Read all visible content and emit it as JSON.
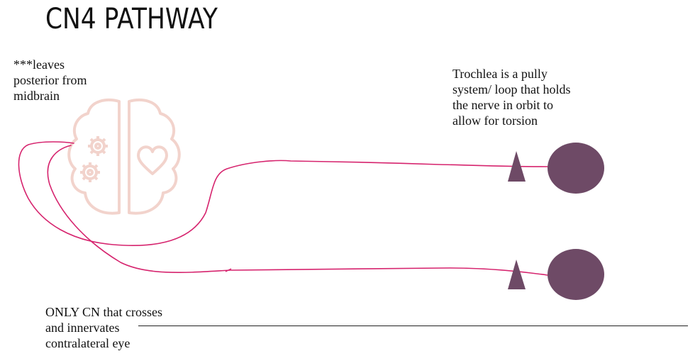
{
  "title": "CN4 PATHWAY",
  "notes": {
    "leaves_line1": "***leaves",
    "leaves_line2": "posterior from",
    "leaves_line3": "midbrain",
    "trochlea_line1": "Trochlea is a pully",
    "trochlea_line2": "system/ loop that holds",
    "trochlea_line3": "the nerve in orbit to",
    "trochlea_line4": "allow for torsion",
    "cross_line1": "ONLY CN that crosses",
    "cross_line2": "and innervates",
    "cross_line3": "contralateral eye"
  },
  "icons": {
    "brain": "brain-icon",
    "gear": "gear-icon",
    "heart": "heart-icon",
    "trochlea": "triangle-icon",
    "eye": "eye-icon"
  },
  "colors": {
    "nerve": "#d6246e",
    "eye": "#6e4a66",
    "brain_outline": "#f2d3cc",
    "text": "#111111"
  }
}
